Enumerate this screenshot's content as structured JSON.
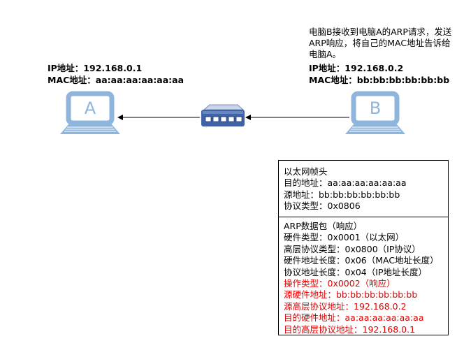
{
  "computerA": {
    "letter": "A",
    "ip_line": "IP地址：192.168.0.1",
    "mac_line": "MAC地址：aa:aa:aa:aa:aa:aa"
  },
  "computerB": {
    "letter": "B",
    "ip_line": "IP地址：192.168.0.2",
    "mac_line": "MAC地址：bb:bb:bb:bb:bb:bb"
  },
  "note": "电脑B接收到电脑A的ARP请求，发送ARP响应，将自己的MAC地址告诉给电脑A。",
  "ethernet_header": {
    "title": "以太网帧头",
    "dest": "目的地址：aa:aa:aa:aa:aa:aa",
    "src": "源地址：bb:bb:bb:bb:bb:bb",
    "type": "协议类型：0x0806"
  },
  "arp_packet": {
    "title": "ARP数据包（响应）",
    "hw_type": "硬件类型：0x0001（以太网）",
    "proto_type": "高层协议类型：0x0800（IP协议）",
    "hw_len": "硬件地址长度：0x06（MAC地址长度）",
    "proto_len": "协议地址长度：0x04（IP地址长度）",
    "opcode": "操作类型：0x0002（响应）",
    "sender_hw": "源硬件地址：bb:bb:bb:bb:bb:bb",
    "sender_proto": "源高层协议地址：192.168.0.2",
    "target_hw": "目的硬件地址：aa:aa:aa:aa:aa:aa",
    "target_proto": "目的高层协议地址：192.168.0.1"
  },
  "colors": {
    "laptop": "#8fb5dd",
    "laptop_stroke": "#5f8fc4",
    "switch_body": "#3f63a6",
    "highlight": "#e00000"
  }
}
